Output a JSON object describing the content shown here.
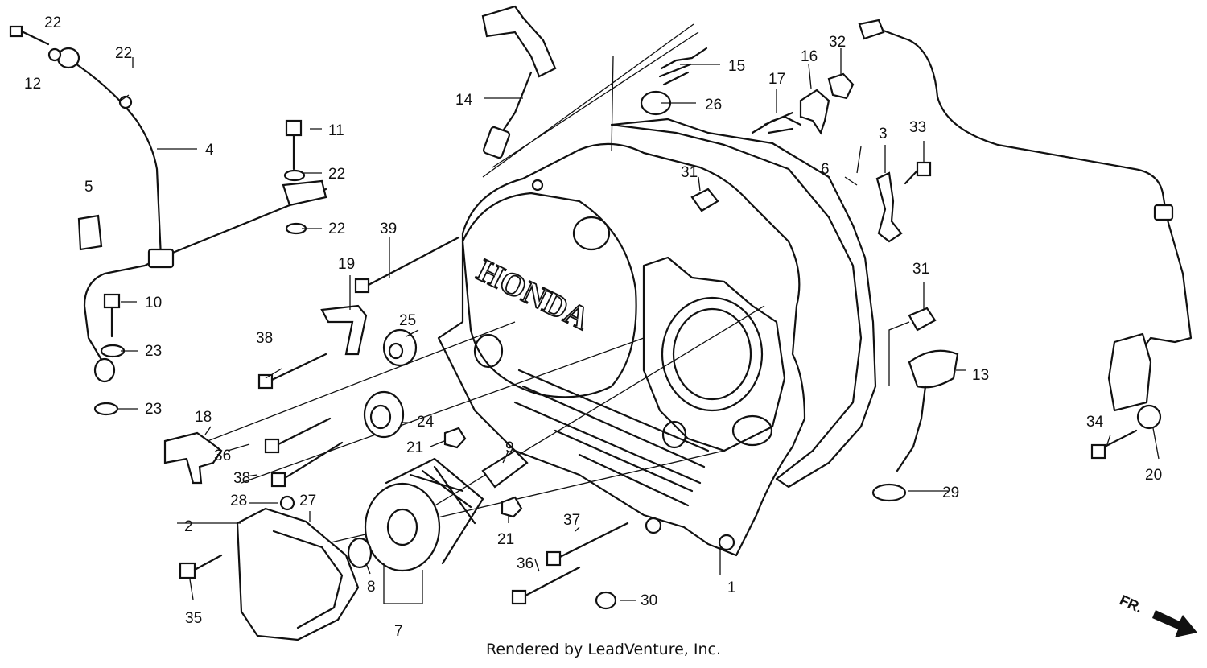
{
  "title": "",
  "brand_text": "HONDA",
  "direction_label": "FR.",
  "footer": "Rendered by LeadVenture, Inc.",
  "callouts": [
    "1",
    "2",
    "3",
    "4",
    "5",
    "6",
    "7",
    "8",
    "9",
    "10",
    "11",
    "12",
    "13",
    "14",
    "15",
    "16",
    "17",
    "18",
    "19",
    "20",
    "21",
    "22",
    "23",
    "24",
    "25",
    "26",
    "27",
    "28",
    "29",
    "30",
    "31",
    "32",
    "33",
    "34",
    "35",
    "36",
    "37",
    "38",
    "39"
  ]
}
